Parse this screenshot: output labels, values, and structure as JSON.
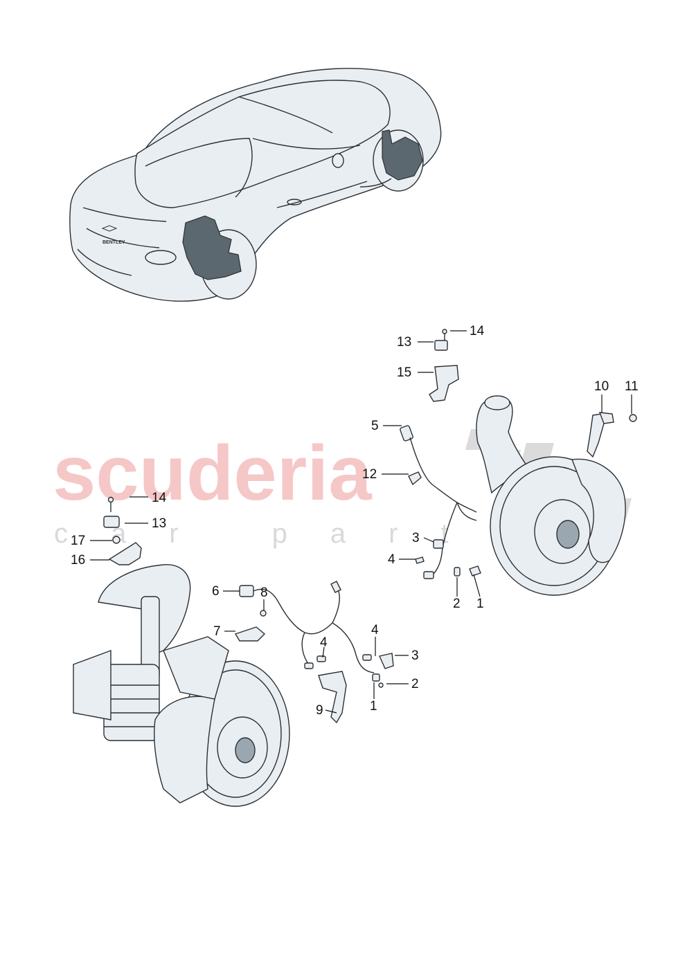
{
  "watermark": {
    "brand": "scuderia",
    "tagline": "car parts"
  },
  "car": {
    "badge": "BENTLEY"
  },
  "callouts": {
    "c1_right": "1",
    "c2_right": "2",
    "c3_right": "3",
    "c4_right": "4",
    "c5": "5",
    "c10": "10",
    "c11": "11",
    "c12": "12",
    "c13_top": "13",
    "c14_top": "14",
    "c15": "15",
    "c14_left": "14",
    "c13_left": "13",
    "c17": "17",
    "c16": "16",
    "c6": "6",
    "c7": "7",
    "c8": "8",
    "c4_mid": "4",
    "c4_low": "4",
    "c3_low": "3",
    "c2_low": "2",
    "c1_low": "1",
    "c9": "9"
  },
  "colors": {
    "highlight": "#5c6870",
    "watermark_red": "#f3b5b5",
    "watermark_grey": "#d9d9d9",
    "outline": "#2c2f33"
  }
}
